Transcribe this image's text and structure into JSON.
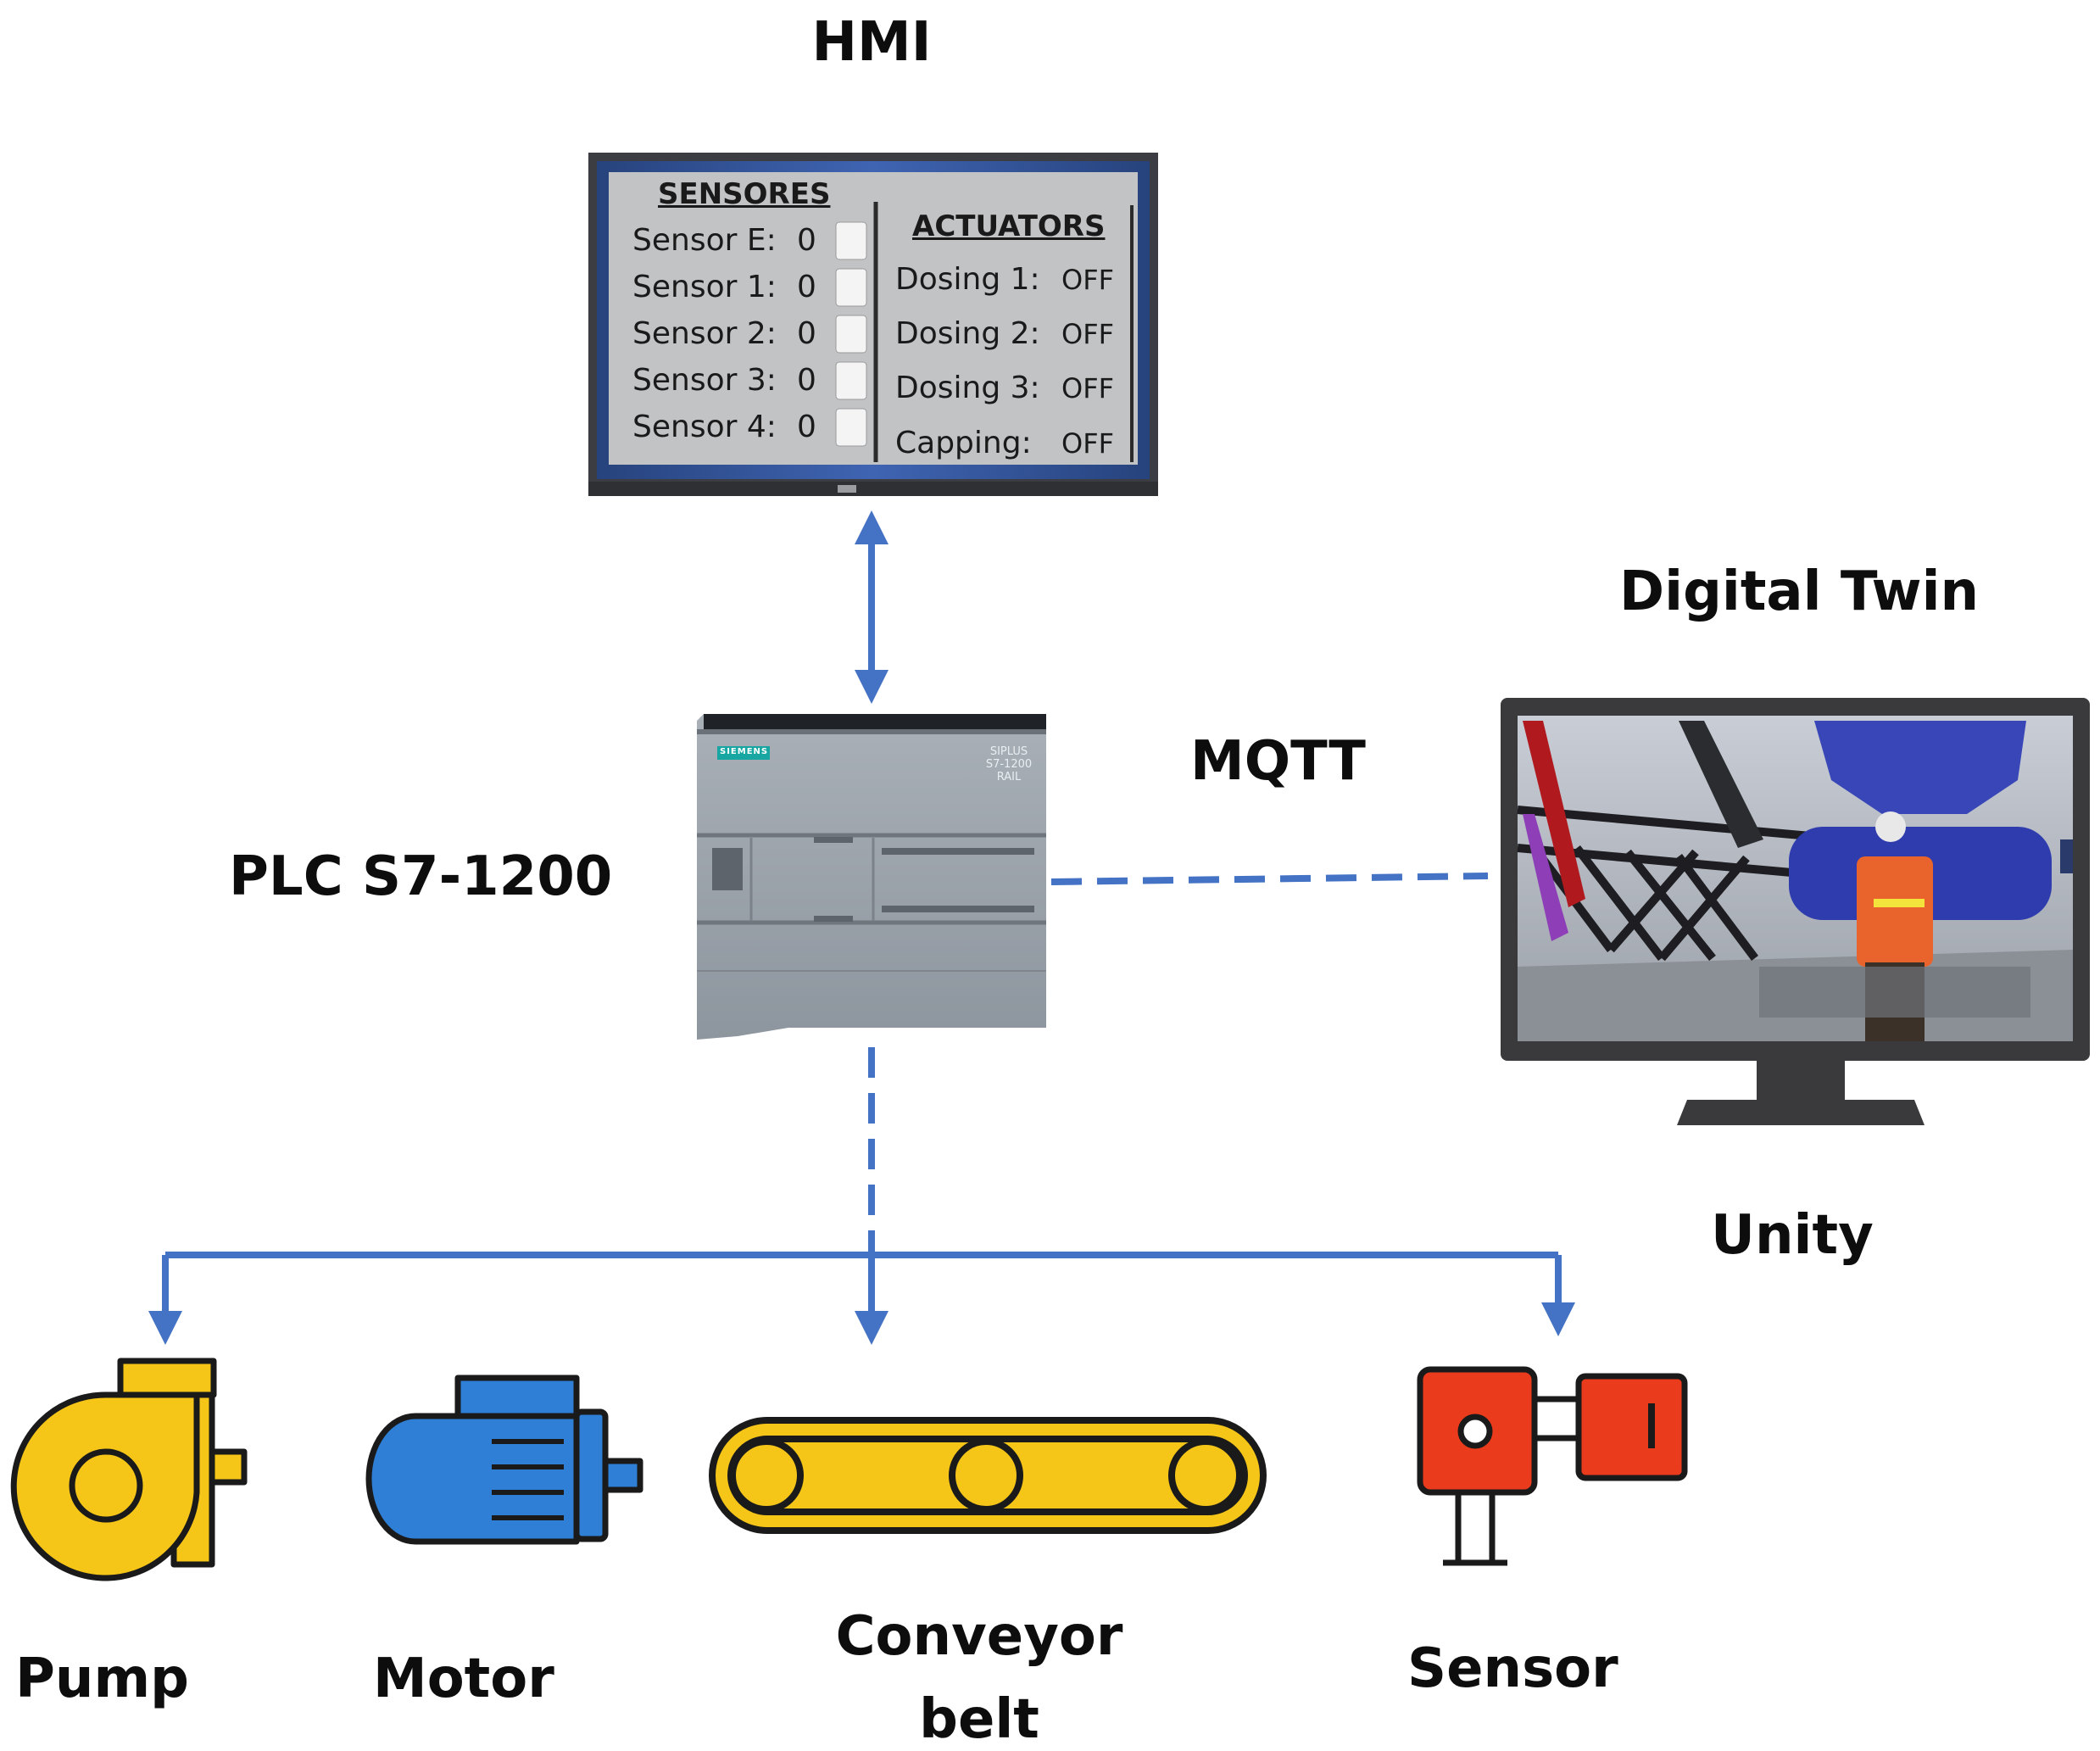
{
  "labels": {
    "hmi": "HMI",
    "digital_twin": "Digital Twin",
    "mqtt": "MQTT",
    "plc": "PLC S7-1200",
    "unity": "Unity",
    "pump": "Pump",
    "motor": "Motor",
    "conveyor_line1": "Conveyor",
    "conveyor_line2": "belt",
    "sensor": "Sensor"
  },
  "hmi_screen": {
    "sensors_title": "SENSORES",
    "actuators_title": "ACTUATORS",
    "sensors": [
      {
        "name": "Sensor E:",
        "value": "0"
      },
      {
        "name": "Sensor 1:",
        "value": "0"
      },
      {
        "name": "Sensor 2:",
        "value": "0"
      },
      {
        "name": "Sensor 3:",
        "value": "0"
      },
      {
        "name": "Sensor 4:",
        "value": "0"
      }
    ],
    "actuators": [
      {
        "name": "Dosing 1:",
        "state": "OFF"
      },
      {
        "name": "Dosing 2:",
        "state": "OFF"
      },
      {
        "name": "Dosing 3:",
        "state": "OFF"
      },
      {
        "name": "Capping:",
        "state": "OFF"
      }
    ]
  },
  "plc_device": {
    "brand": "SIEMENS",
    "model_line1": "SIPLUS",
    "model_line2": "S7-1200",
    "model_line3": "RAIL"
  },
  "colors": {
    "connector": "#4472c4",
    "pump": "#f5c518",
    "motor": "#2f7fd6",
    "conveyor": "#f5c518",
    "sensor": "#ea3b1c"
  }
}
